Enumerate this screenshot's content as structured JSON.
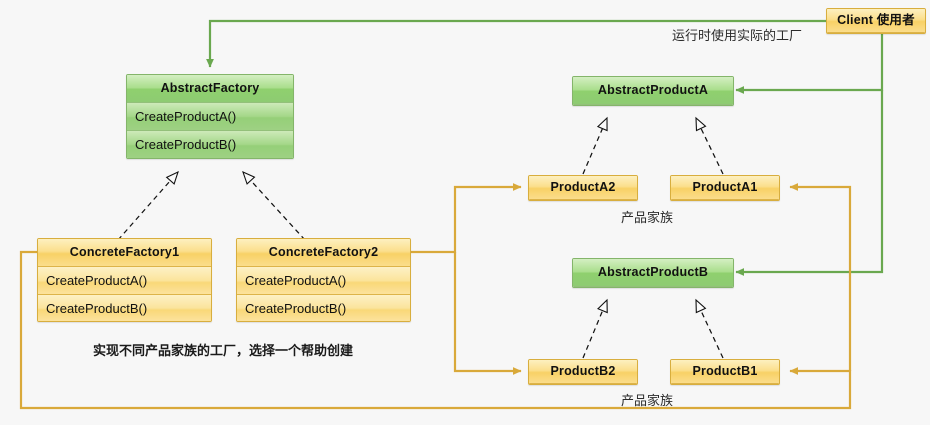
{
  "diagram": {
    "title_note_top": "运行时使用实际的工厂",
    "caption_factories": "实现不同产品家族的工厂，选择一个帮助创建",
    "caption_family_a": "产品家族",
    "caption_family_b": "产品家族",
    "colors": {
      "background": "#f7f7f7",
      "green_fill": "#9ed183",
      "green_border": "#84b56a",
      "green_wire": "#6aa84f",
      "yellow_fill": "#fbe49c",
      "yellow_border": "#d8ae3e",
      "yellow_wire": "#d9b03c",
      "dashed_wire": "#1a1a1a"
    }
  },
  "nodes": {
    "client": {
      "label": "Client 使用者",
      "kind": "yellow"
    },
    "abstract_factory": {
      "title": "AbstractFactory",
      "kind": "green",
      "operations": [
        "CreateProductA()",
        "CreateProductB()"
      ]
    },
    "concrete_factory_1": {
      "title": "ConcreteFactory1",
      "kind": "yellow",
      "operations": [
        "CreateProductA()",
        "CreateProductB()"
      ]
    },
    "concrete_factory_2": {
      "title": "ConcreteFactory2",
      "kind": "yellow",
      "operations": [
        "CreateProductA()",
        "CreateProductB()"
      ]
    },
    "abstract_product_a": {
      "title": "AbstractProductA",
      "kind": "green",
      "operations": []
    },
    "abstract_product_b": {
      "title": "AbstractProductB",
      "kind": "green",
      "operations": []
    },
    "product_a2": {
      "title": "ProductA2",
      "kind": "yellow",
      "operations": []
    },
    "product_a1": {
      "title": "ProductA1",
      "kind": "yellow",
      "operations": []
    },
    "product_b2": {
      "title": "ProductB2",
      "kind": "yellow",
      "operations": []
    },
    "product_b1": {
      "title": "ProductB1",
      "kind": "yellow",
      "operations": []
    }
  }
}
